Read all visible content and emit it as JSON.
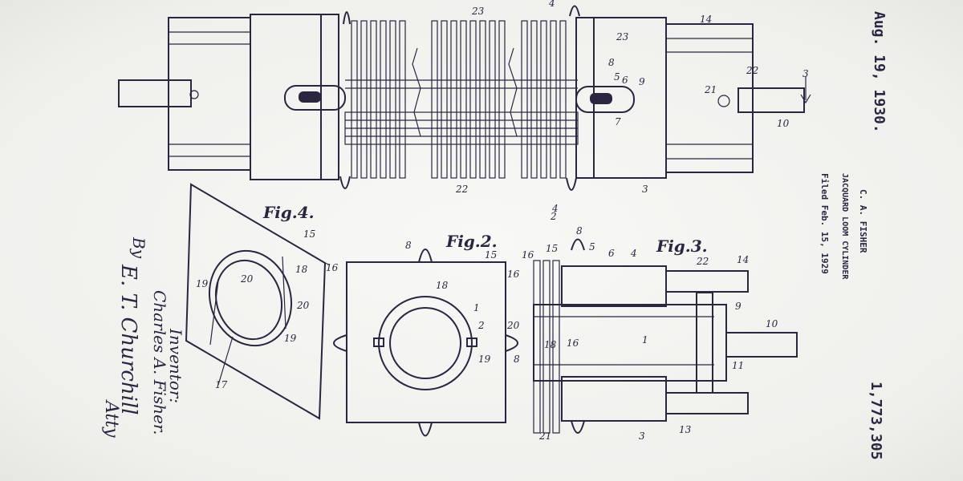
{
  "header": {
    "date": "Aug. 19, 1930.",
    "inventor_line": "C. A. FISHER",
    "title": "JACQUARD LOOM CYLINDER",
    "filed": "Filed Feb. 15, 1929",
    "patent_number": "1,773,305"
  },
  "figures": {
    "fig2": "Fig.2.",
    "fig3": "Fig.3.",
    "fig4": "Fig.4."
  },
  "signature": {
    "inventor_label": "Inventor:",
    "inventor_name": "Charles A. Fisher.",
    "by": "By",
    "attorney_sig": "E. T. Churchill",
    "atty": "Atty"
  },
  "ref_numerals": {
    "fig1": [
      "23",
      "4",
      "14",
      "23",
      "8",
      "5",
      "6",
      "9",
      "7",
      "22",
      "3",
      "21",
      "10",
      "3",
      "22",
      "4",
      "2"
    ],
    "fig2": [
      "8",
      "15",
      "16",
      "18",
      "1",
      "2",
      "20",
      "19",
      "8"
    ],
    "fig3": [
      "16",
      "15",
      "8",
      "5",
      "6",
      "4",
      "22",
      "14",
      "9",
      "10",
      "1",
      "18",
      "16",
      "11",
      "21",
      "3",
      "13"
    ],
    "fig4": [
      "15",
      "18",
      "16",
      "19",
      "20",
      "20",
      "19",
      "17"
    ]
  }
}
